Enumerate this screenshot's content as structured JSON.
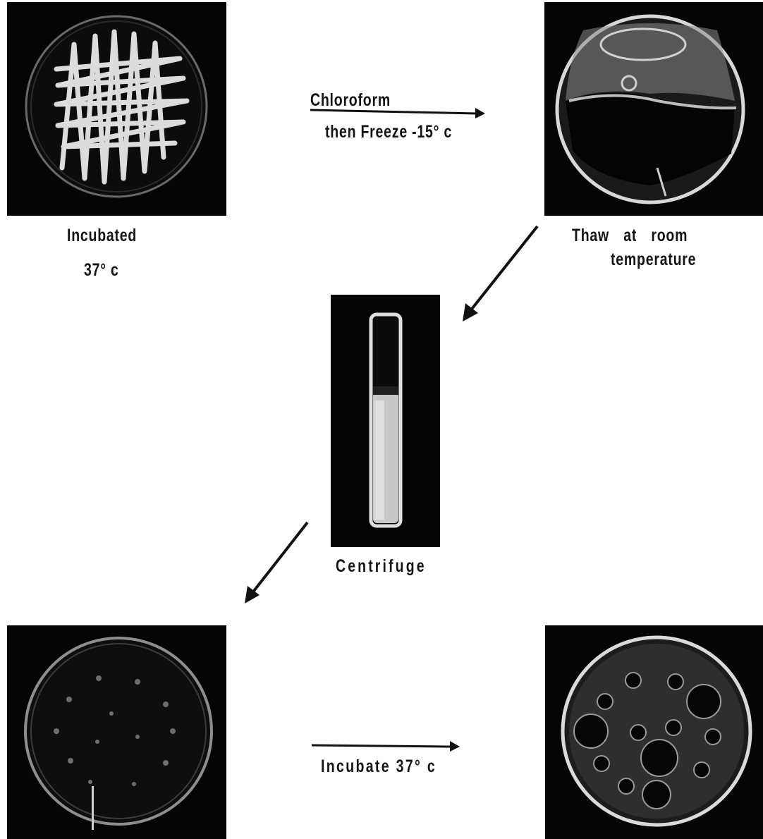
{
  "steps": {
    "step1_caption_line1": "Incubated",
    "step1_caption_line2": "37° c",
    "transition1_label_line1": "Chloroform",
    "transition1_label_line2": "then Freeze -15° c",
    "step2_caption_line1": "Thaw at room",
    "step2_caption_line2": "temperature",
    "step3_caption": "Centrifuge",
    "transition2_label": "Incubate 37° c"
  },
  "colors": {
    "panel_background": "#050505",
    "agar_highlight": "#e8e8e8",
    "arrow": "#111111"
  }
}
